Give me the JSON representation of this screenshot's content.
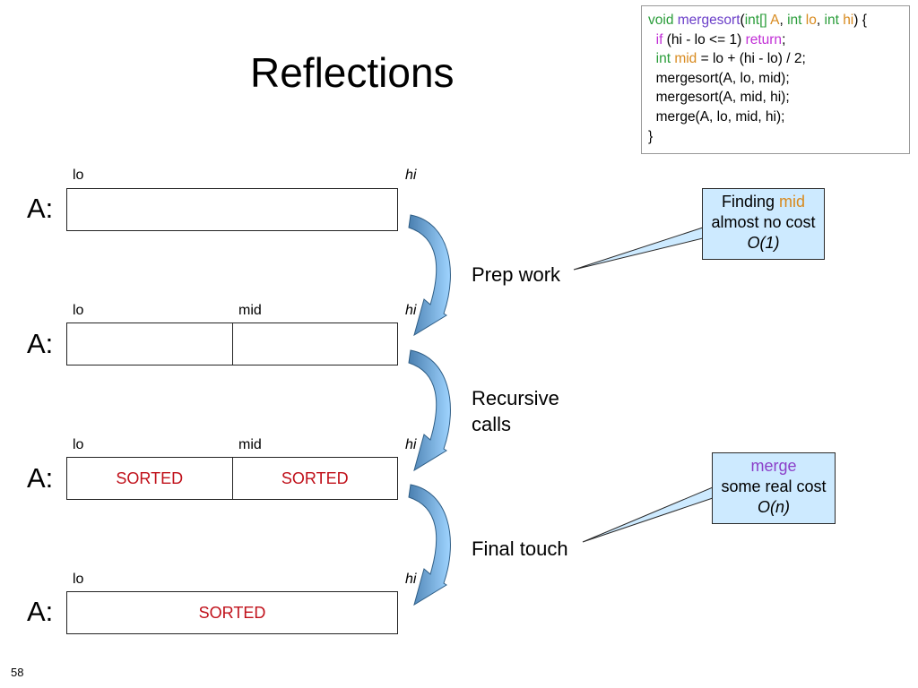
{
  "slide": {
    "title": "Reflections",
    "page_number": "58"
  },
  "code": {
    "line1": {
      "void": "void",
      "name": "mergesort",
      "open": "(",
      "t1": "int[]",
      "a": "A",
      "c1": ", ",
      "t2": "int",
      "lo": "lo",
      "c2": ", ",
      "t3": "int",
      "hi": "hi",
      "close": ") {"
    },
    "line2": {
      "if": "if",
      "cond": " (hi - lo <= 1) ",
      "ret": "return",
      "semi": ";"
    },
    "line3": {
      "int": "int",
      "mid": "mid",
      "rest": " = lo + (hi - lo) / 2;"
    },
    "line4": "mergesort(A, lo, mid);",
    "line5": "mergesort(A, mid, hi);",
    "line6": "merge(A, lo, mid, hi);",
    "line7": "}"
  },
  "rows": [
    {
      "array_label": "A:",
      "lo": "lo",
      "mid": "",
      "hi": "hi",
      "cells": [
        ""
      ]
    },
    {
      "array_label": "A:",
      "lo": "lo",
      "mid": "mid",
      "hi": "hi",
      "cells": [
        "",
        ""
      ]
    },
    {
      "array_label": "A:",
      "lo": "lo",
      "mid": "mid",
      "hi": "hi",
      "cells": [
        "SORTED",
        "SORTED"
      ]
    },
    {
      "array_label": "A:",
      "lo": "lo",
      "mid": "",
      "hi": "hi",
      "cells": [
        "SORTED"
      ]
    }
  ],
  "steps": {
    "prep": "Prep work",
    "recursive_1": "Recursive",
    "recursive_2": "calls",
    "final": "Final touch"
  },
  "callouts": {
    "mid": {
      "prefix": "Finding ",
      "highlight": "mid",
      "line2": "almost no cost",
      "line3": "O(1)"
    },
    "merge": {
      "highlight": "merge",
      "line2": "some real cost",
      "line3": "O(n)"
    }
  },
  "colors": {
    "sorted_text": "#c0101a",
    "callout_fill": "#cdeaff",
    "arrow_dark": "#4a7fb0",
    "arrow_light": "#9fd4ff"
  }
}
